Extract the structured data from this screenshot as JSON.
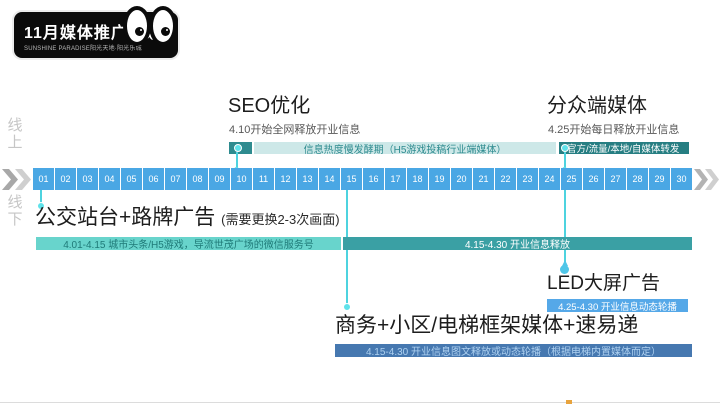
{
  "logo": {
    "title": "11月媒体推广计划",
    "tagline": "SUNSHINE PARADISE阳光天地·阳光乐城"
  },
  "side": {
    "online": "线\n上",
    "offline": "线\n下"
  },
  "timeline": {
    "days": [
      "01",
      "02",
      "03",
      "04",
      "05",
      "06",
      "07",
      "08",
      "09",
      "10",
      "11",
      "12",
      "13",
      "14",
      "15",
      "16",
      "17",
      "18",
      "19",
      "20",
      "21",
      "22",
      "23",
      "24",
      "25",
      "26",
      "27",
      "28",
      "29",
      "30"
    ]
  },
  "top": {
    "seo": {
      "title": "SEO优化",
      "subtitle": "4.10开始全网释放开业信息"
    },
    "fermentation_bar": "信息热度慢发酵期（H5游戏投稿行业端媒体）",
    "fenzhong": {
      "title": "分众端媒体",
      "subtitle": "4.25开始每日释放开业信息"
    },
    "relay_bar": "官方/流量/本地/自媒体转发"
  },
  "bottom": {
    "bus": {
      "title": "公交站台+路牌广告",
      "note": "(需要更换2-3次画面)",
      "bar1": "4.01-4.15  城市头条/H5游戏，导流世茂广场的微信服务号",
      "bar2": "4.15-4.30  开业信息释放"
    },
    "led": {
      "title": "LED大屏广告",
      "bar": "4.25-4.30  开业信息动态轮播"
    },
    "elevator": {
      "title": "商务+小区/电梯框架媒体+速易递",
      "bar": "4.15-4.30  开业信息图文释放或动态轮播（根据电梯内置媒体而定）"
    }
  },
  "colors": {
    "timeline_blue": "#4aa7e4",
    "connector_cyan": "#4ed3df",
    "teal_dark": "#2e8b8f",
    "teal_light_bg": "#cde8e8",
    "aqua_bar": "#68d4cc",
    "teal_mid": "#3aa0a4",
    "led_blue": "#55a8e8",
    "steel_blue": "#4678b0"
  }
}
